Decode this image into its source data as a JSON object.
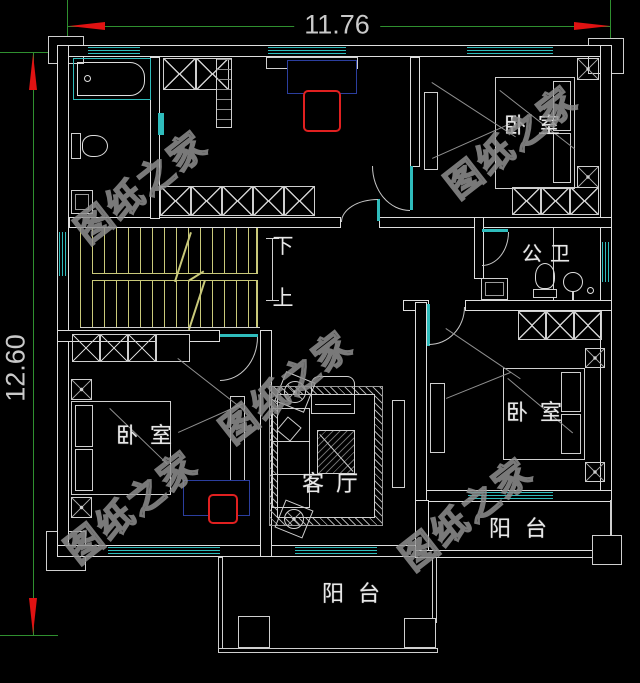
{
  "dimensions": {
    "width_label": "11.76",
    "height_label": "12.60"
  },
  "stairs": {
    "down_label": "下",
    "up_label": "上"
  },
  "rooms": {
    "bedroom_top_right": "卧室",
    "bathroom": "公卫",
    "bedroom_bottom_left": "卧室",
    "bedroom_bottom_right": "卧室",
    "living_room": "客厅",
    "balcony_bottom": "阳台",
    "balcony_right": "阳台"
  },
  "watermark": {
    "text": "图纸之家"
  },
  "colors": {
    "background": "#000000",
    "wall_line": "#dedede",
    "window": "#2fbcbc",
    "dimension_line": "#2f8f2f",
    "dimension_arrow": "#e01212",
    "stairs": "#c9c97a",
    "desk": "#2b3e9e",
    "chair": "#e02020",
    "watermark": "#8f8f8f"
  }
}
